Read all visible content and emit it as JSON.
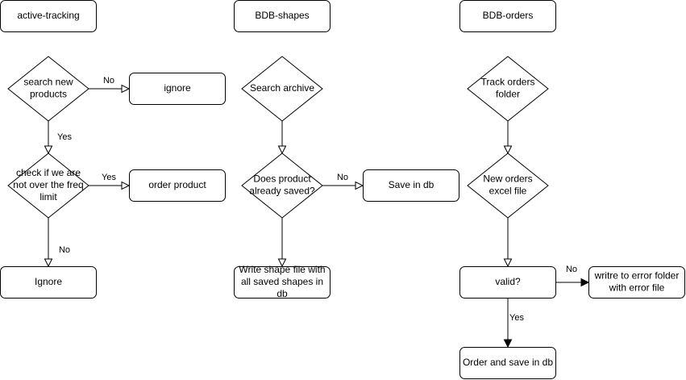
{
  "colors": {
    "stroke": "#000000",
    "fill": "#ffffff",
    "text": "#000000",
    "background": "#ffffff"
  },
  "nodes": [
    {
      "id": "title-active",
      "name": "lane-title-active-tracking",
      "shape": "rect",
      "lines": [
        "active-tracking"
      ]
    },
    {
      "id": "title-shapes",
      "name": "lane-title-bdb-shapes",
      "shape": "rect",
      "lines": [
        "BDB-shapes"
      ]
    },
    {
      "id": "title-orders",
      "name": "lane-title-bdb-orders",
      "shape": "rect",
      "lines": [
        "BDB-orders"
      ]
    },
    {
      "id": "d-search-new",
      "name": "decision-search-new-products",
      "shape": "diamond",
      "lines": [
        "search new",
        "products"
      ]
    },
    {
      "id": "r-ignore-1",
      "name": "box-ignore-lower",
      "shape": "rect",
      "lines": [
        "ignore"
      ]
    },
    {
      "id": "d-check-freq",
      "name": "decision-check-freq-limit",
      "shape": "diamond",
      "lines": [
        "check if we are",
        "not over the freq",
        "limit"
      ]
    },
    {
      "id": "r-order-product",
      "name": "box-order-product",
      "shape": "rect",
      "lines": [
        "order product"
      ]
    },
    {
      "id": "r-ignore-2",
      "name": "box-ignore-upper",
      "shape": "rect",
      "lines": [
        "Ignore"
      ]
    },
    {
      "id": "d-search-archive",
      "name": "decision-search-archive",
      "shape": "diamond",
      "lines": [
        "Search archive"
      ]
    },
    {
      "id": "d-product-saved",
      "name": "decision-product-already-saved",
      "shape": "diamond",
      "lines": [
        "Does product",
        "already saved?"
      ]
    },
    {
      "id": "r-save-db",
      "name": "box-save-in-db",
      "shape": "rect",
      "lines": [
        "Save in db"
      ]
    },
    {
      "id": "r-write-shape",
      "name": "box-write-shape-file",
      "shape": "rect",
      "lines": [
        "Write shape file with",
        "all saved shapes in",
        "db"
      ]
    },
    {
      "id": "d-track-orders",
      "name": "decision-track-orders-folder",
      "shape": "diamond",
      "lines": [
        "Track orders",
        "folder"
      ]
    },
    {
      "id": "d-new-orders",
      "name": "decision-new-orders-excel",
      "shape": "diamond",
      "lines": [
        "New orders",
        "excel file"
      ]
    },
    {
      "id": "r-valid",
      "name": "box-valid",
      "shape": "rect",
      "lines": [
        "valid?"
      ]
    },
    {
      "id": "r-error-folder",
      "name": "box-write-error-folder",
      "shape": "rect",
      "lines": [
        "writre to error folder",
        "with error file"
      ]
    },
    {
      "id": "r-order-save",
      "name": "box-order-and-save",
      "shape": "rect",
      "lines": [
        "Order and save in db"
      ]
    }
  ],
  "edges": [
    {
      "id": "e1",
      "from": "d-search-new",
      "to": "r-ignore-1",
      "label": "No",
      "arrow": "open"
    },
    {
      "id": "e2",
      "from": "d-search-new",
      "to": "d-check-freq",
      "label": "Yes",
      "arrow": "open"
    },
    {
      "id": "e3",
      "from": "d-check-freq",
      "to": "r-order-product",
      "label": "Yes",
      "arrow": "open"
    },
    {
      "id": "e4",
      "from": "d-check-freq",
      "to": "r-ignore-2",
      "label": "No",
      "arrow": "open"
    },
    {
      "id": "e5",
      "from": "d-search-archive",
      "to": "d-product-saved",
      "label": "",
      "arrow": "open"
    },
    {
      "id": "e6",
      "from": "d-product-saved",
      "to": "r-save-db",
      "label": "No",
      "arrow": "open"
    },
    {
      "id": "e7",
      "from": "d-product-saved",
      "to": "r-write-shape",
      "label": "",
      "arrow": "open"
    },
    {
      "id": "e8",
      "from": "d-track-orders",
      "to": "d-new-orders",
      "label": "",
      "arrow": "open"
    },
    {
      "id": "e9",
      "from": "d-new-orders",
      "to": "r-valid",
      "label": "",
      "arrow": "open"
    },
    {
      "id": "e10",
      "from": "r-valid",
      "to": "r-error-folder",
      "label": "No",
      "arrow": "filled"
    },
    {
      "id": "e11",
      "from": "r-valid",
      "to": "r-order-save",
      "label": "Yes",
      "arrow": "filled"
    }
  ]
}
